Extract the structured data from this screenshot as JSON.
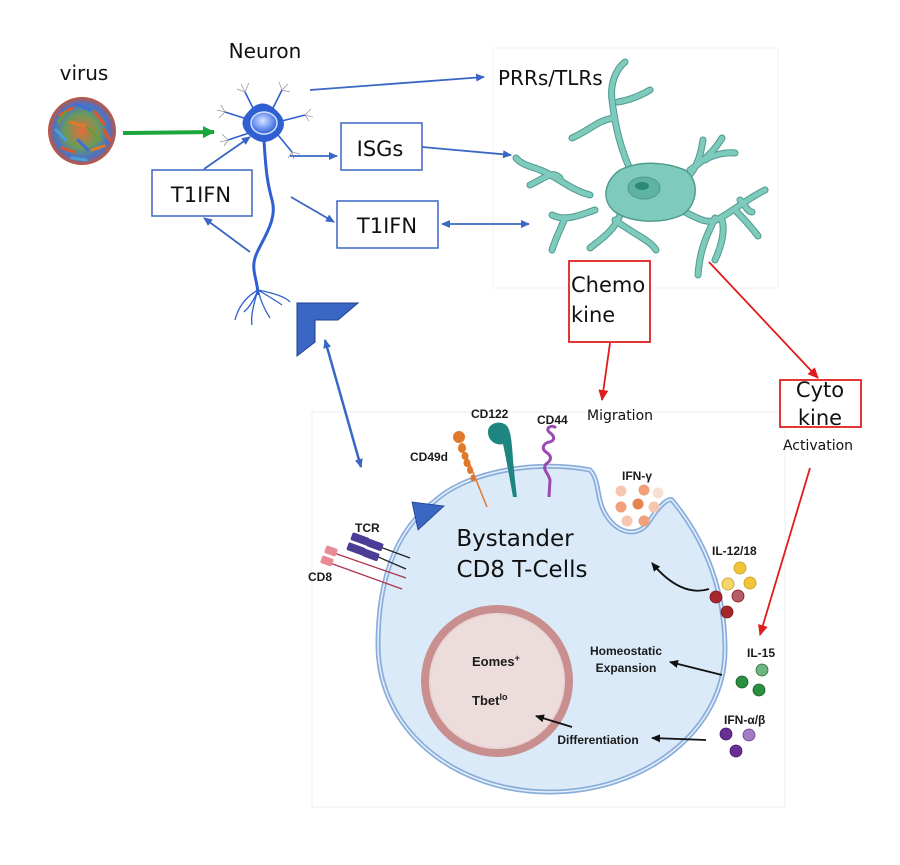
{
  "title_labels": {
    "virus": "virus",
    "neuron": "Neuron",
    "prrs_tlrs": "PRRs/TLRs"
  },
  "boxes": {
    "isgs": "ISGs",
    "t1ifn_left": "T1IFN",
    "t1ifn_right": "T1IFN",
    "chemokine_line1": "Chemo",
    "chemokine_line2": "kine",
    "cytokine_line1": "Cyto",
    "cytokine_line2": "kine"
  },
  "process_labels": {
    "migration": "Migration",
    "activation": "Activation",
    "homeostatic_line1": "Homeostatic",
    "homeostatic_line2": "Expansion",
    "differentiation": "Differentiation"
  },
  "cell": {
    "title_line1": "Bystander",
    "title_line2": "CD8 T-Cells",
    "nucleus_marker1": "Eomes",
    "nucleus_marker1_sup": "+",
    "nucleus_marker2": "Tbet",
    "nucleus_marker2_sup": "lo"
  },
  "receptors": {
    "cd122": "CD122",
    "cd44": "CD44",
    "cd49d": "CD49d",
    "tcr": "TCR",
    "cd8": "CD8"
  },
  "cytokines": {
    "ifn_gamma": "IFN-γ",
    "il12_18": "IL-12/18",
    "il15": "IL-15",
    "ifn_ab": "IFN-α/β"
  },
  "colors": {
    "blue_arrow": "#3a67c4",
    "green_arrow": "#1aa63a",
    "red_arrow": "#e01b1b",
    "red_box": "#e02020",
    "blue_box": "#3a67c4",
    "neuron": "#2f5fd0",
    "microglia": "#7ecbbd",
    "cell_fill": "#dbeaf8",
    "cell_membrane": "#8aaedb",
    "nucleus_fill": "#ecdcdc",
    "nucleus_ring": "#c98f8f",
    "ifn_gamma": "#f0a07a",
    "il12_yellow": "#f2c43a",
    "il18_red": "#a5262b",
    "il15_green": "#2a8f3e",
    "ifn_ab_purple": "#6a2f92"
  }
}
